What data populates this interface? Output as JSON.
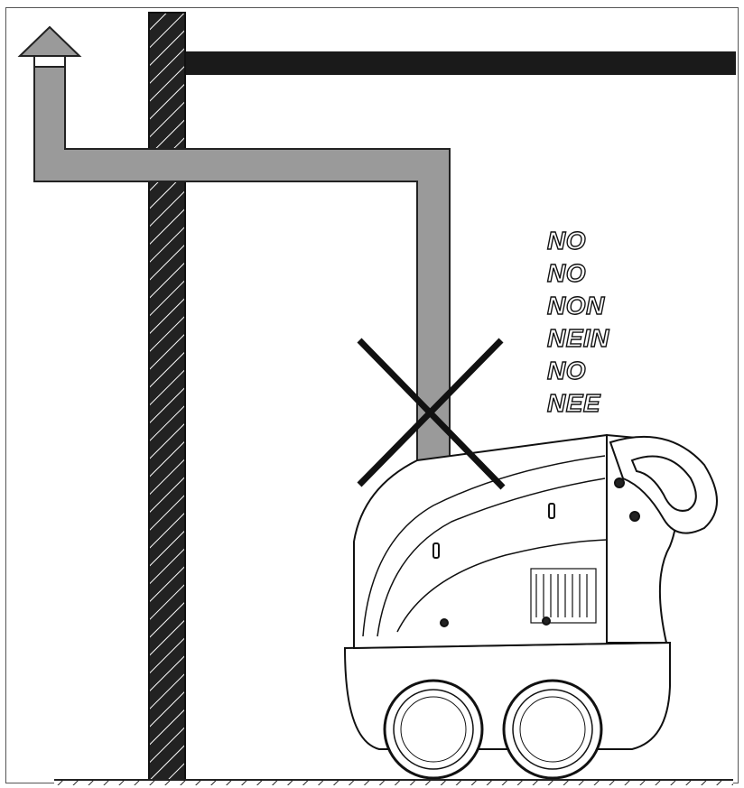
{
  "warnings": [
    {
      "text": "NO"
    },
    {
      "text": "NO"
    },
    {
      "text": "NON"
    },
    {
      "text": "NEIN"
    },
    {
      "text": "NO"
    },
    {
      "text": "NEE"
    }
  ],
  "colors": {
    "wall": "#222222",
    "pipe": "#9a9a9a",
    "pipe_outline": "#222222",
    "ceiling_beam": "#1a1a1a",
    "cross": "#111111",
    "machine_body": "#ffffff"
  },
  "icons": {
    "forbidden": "cross-mark-icon",
    "chimney_cap": "arrow-up-icon"
  }
}
